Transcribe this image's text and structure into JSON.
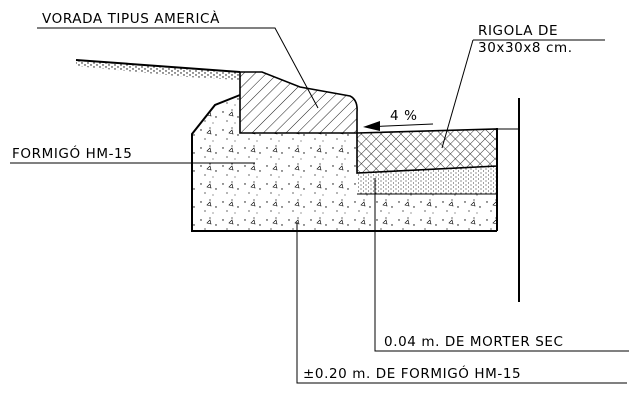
{
  "labels": {
    "curb": "VORADA TIPUS AMERICÀ",
    "gutter_line1": "RIGOLA DE",
    "gutter_line2": "30x30x8 cm.",
    "slope": "4 %",
    "concrete": "FORMIGÓ HM-15",
    "mortar": "0.04 m. DE MORTER SEC",
    "base": "±0.20 m. DE FORMIGÓ HM-15"
  }
}
